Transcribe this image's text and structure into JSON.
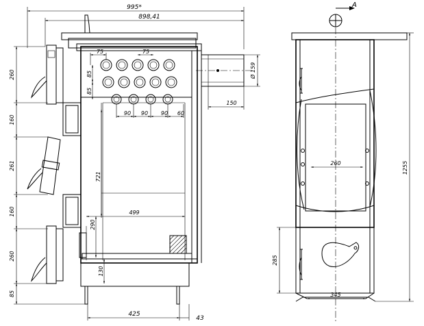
{
  "drawing": {
    "section_marker": "A",
    "front_view": {
      "overall_width": "995*",
      "inner_width": "898,41",
      "flue_pitch_top": "75",
      "flue_pitch_top_2": "75",
      "tube_row_spacing_1": "85",
      "tube_row_spacing_2": "85",
      "tube_pitch_1": "90",
      "tube_pitch_2": "90",
      "tube_pitch_3": "90",
      "tube_offset": "60",
      "flue_diameter": "Ø 159",
      "flue_length": "150",
      "height_721": "721",
      "width_499": "499",
      "height_290": "290",
      "height_130": "130",
      "base_width": "425",
      "base_offset": "43",
      "left_dims": [
        "260",
        "160",
        "261",
        "160",
        "260",
        "85"
      ]
    },
    "side_view": {
      "overall_height": "1255",
      "grate_width": "260",
      "door_height": "285",
      "base_width": "345"
    }
  }
}
